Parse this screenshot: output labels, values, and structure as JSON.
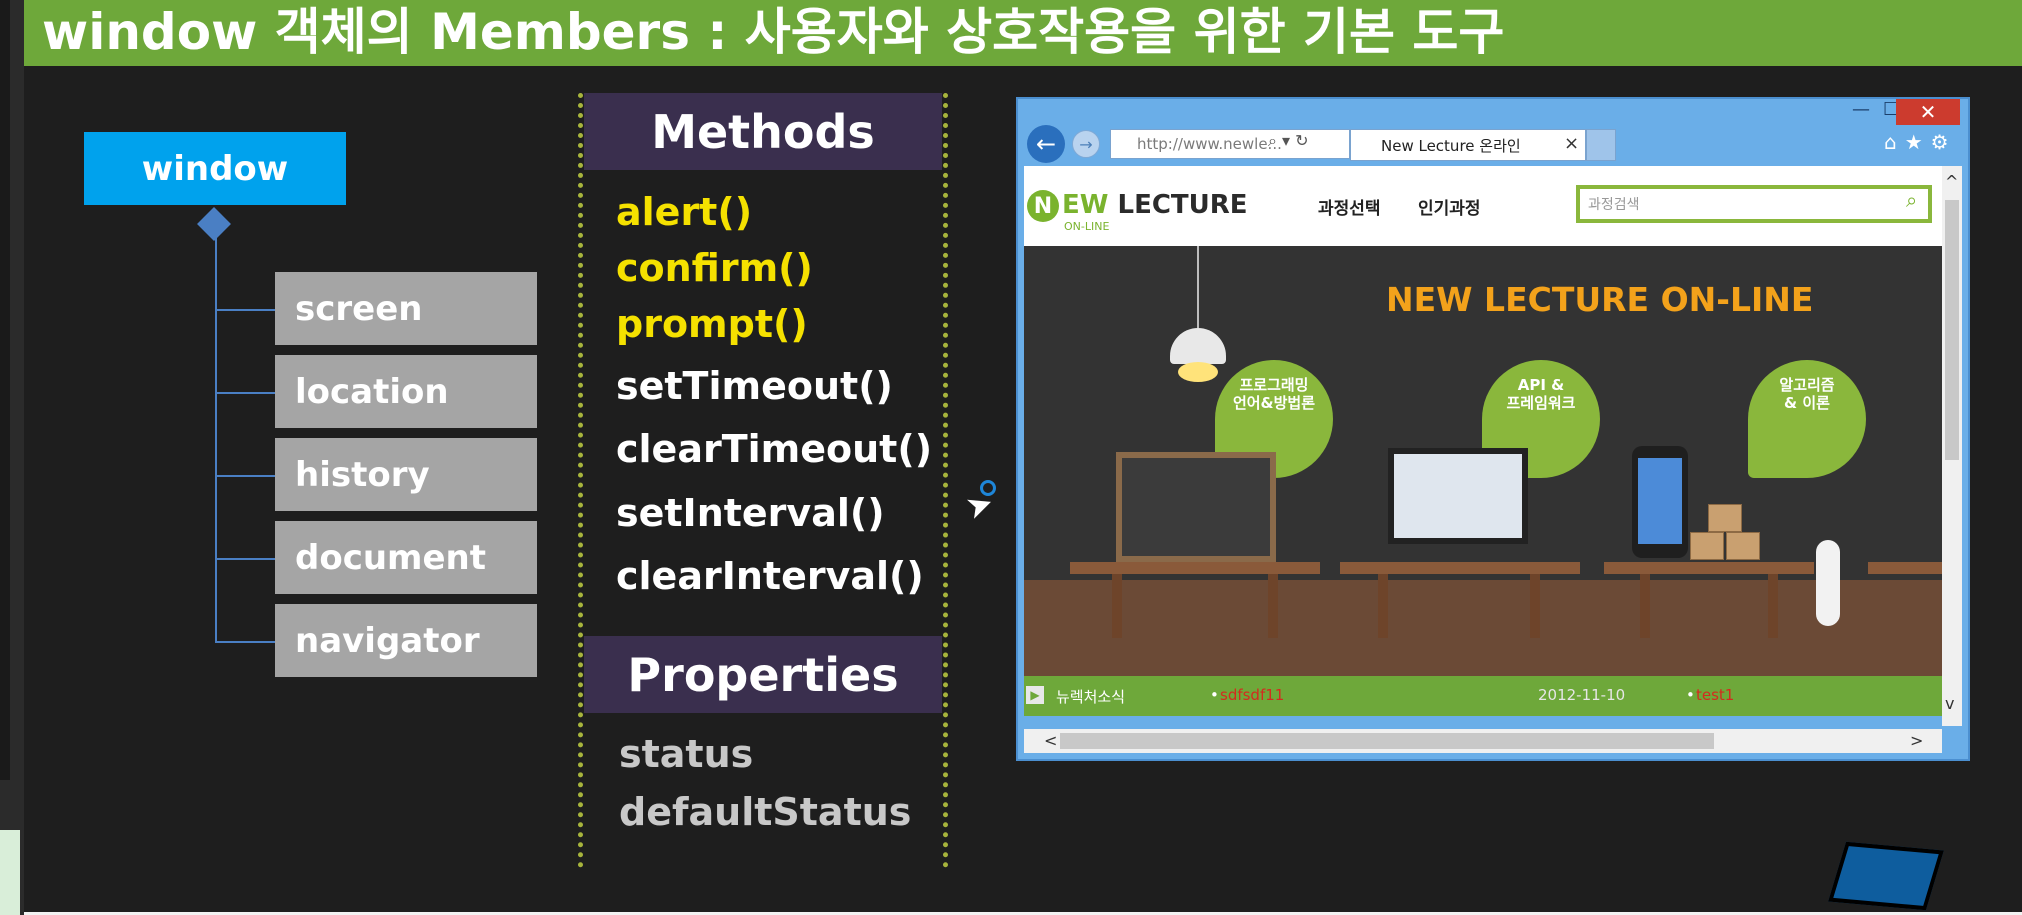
{
  "slide": {
    "title": "window 객체의 Members : 사용자와 상호작용을 위한 기본 도구"
  },
  "tree": {
    "root": "window",
    "children": [
      "screen",
      "location",
      "history",
      "document",
      "navigator"
    ]
  },
  "methods": {
    "header": "Methods",
    "highlighted": [
      "alert()",
      "confirm()",
      "prompt()"
    ],
    "others": [
      "setTimeout()",
      "clearTimeout()",
      "setInterval()",
      "clearInterval()"
    ],
    "highlight_color": "#f5e100"
  },
  "properties": {
    "header": "Properties",
    "items": [
      "status",
      "defaultStatus"
    ]
  },
  "browser": {
    "address": "http://www.newle...",
    "tab_title": "New Lecture 온라인",
    "logo_main": "EW",
    "logo_rest": "LECTURE",
    "logo_sub": "ON-LINE",
    "nav": [
      "과정선택",
      "인기과정"
    ],
    "search_placeholder": "과정검색",
    "hero_title": "NEW LECTURE ON-LINE",
    "leaves": [
      "프로그래밍\n언어&방법론",
      "API &\n프레임워크",
      "알고리즘\n& 이론"
    ],
    "news": {
      "label": "뉴렉처소식",
      "item1": "sdfsdf11",
      "date": "2012-11-10",
      "item2": "test1"
    },
    "brand_color": "#7ab32e"
  }
}
